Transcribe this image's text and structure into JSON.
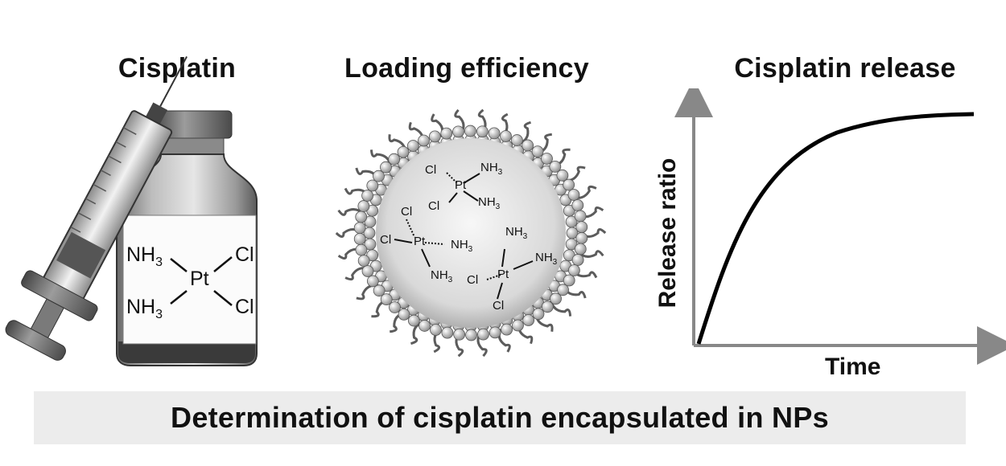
{
  "panels": {
    "cisplatin": {
      "title": "Cisplatin"
    },
    "loading": {
      "title": "Loading efficiency"
    },
    "release": {
      "title": "Cisplatin release",
      "xlabel": "Time",
      "ylabel": "Release ratio"
    }
  },
  "molecule_label": {
    "nh3": "NH",
    "sub3": "3",
    "pt": "Pt",
    "cl": "Cl"
  },
  "banner": {
    "text": "Determination of cisplatin encapsulated in NPs"
  },
  "icons": [
    "syringe-icon",
    "vial-icon",
    "nanoparticle-icon",
    "release-curve-icon"
  ]
}
